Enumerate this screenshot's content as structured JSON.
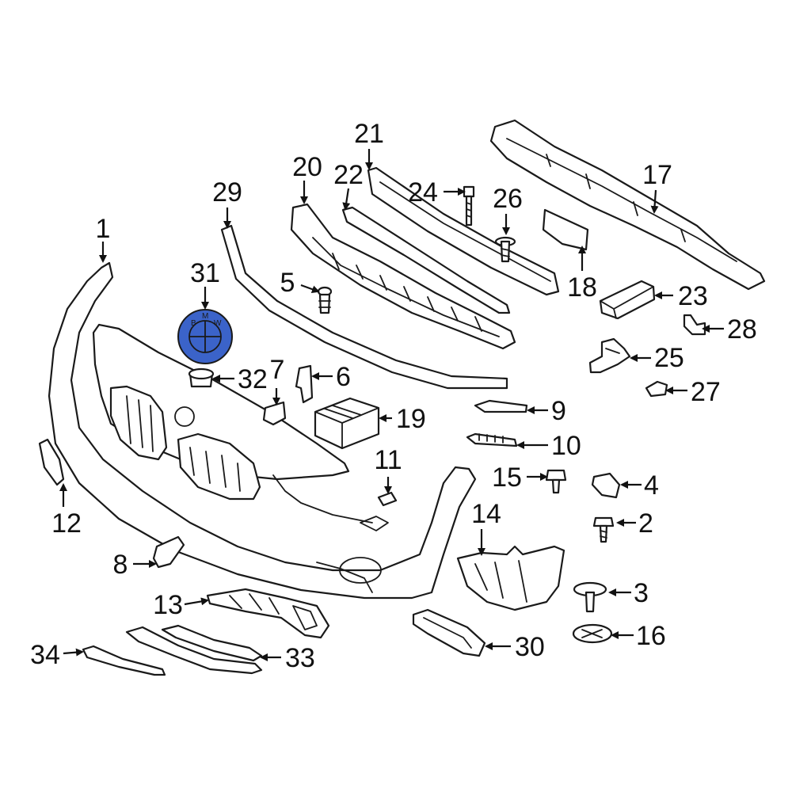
{
  "diagram": {
    "highlight_color": "#3b63c9",
    "highlighted_part": "31",
    "emblem_letters": "BMW",
    "callouts": {
      "c1": "1",
      "c2": "2",
      "c3": "3",
      "c4": "4",
      "c5": "5",
      "c6": "6",
      "c7": "7",
      "c8": "8",
      "c9": "9",
      "c10": "10",
      "c11": "11",
      "c12": "12",
      "c13": "13",
      "c14": "14",
      "c15": "15",
      "c16": "16",
      "c17": "17",
      "c18": "18",
      "c19": "19",
      "c20": "20",
      "c21": "21",
      "c22": "22",
      "c23": "23",
      "c24": "24",
      "c25": "25",
      "c26": "26",
      "c27": "27",
      "c28": "28",
      "c29": "29",
      "c30": "30",
      "c31": "31",
      "c32": "32",
      "c33": "33",
      "c34": "34"
    }
  }
}
